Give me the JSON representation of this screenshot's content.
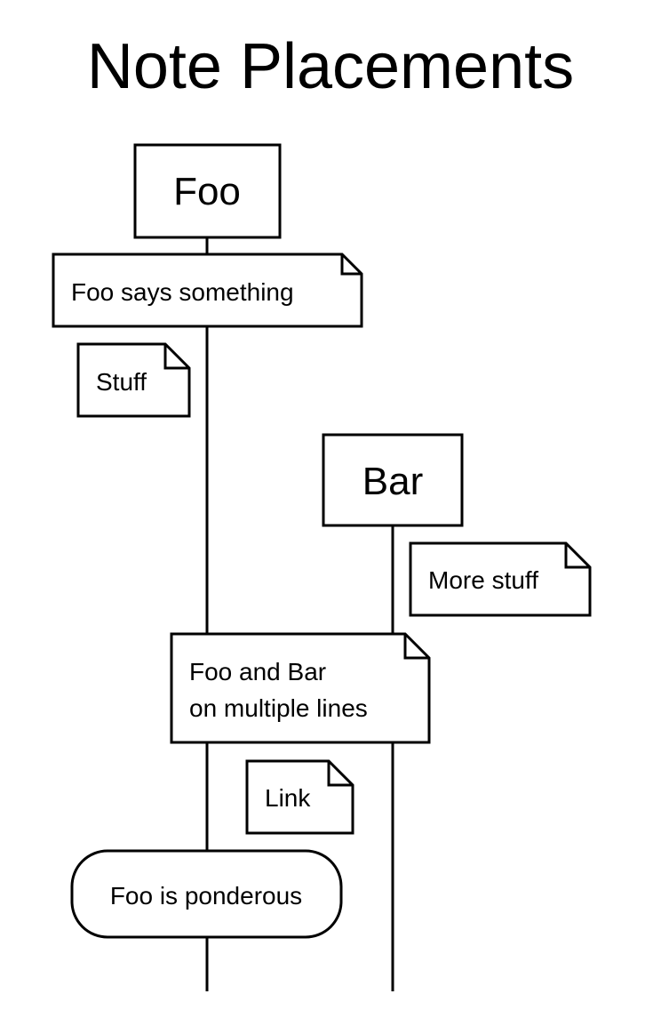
{
  "title": "Note Placements",
  "actors": {
    "foo": {
      "label": "Foo"
    },
    "bar": {
      "label": "Bar"
    }
  },
  "notes": {
    "foo_says": {
      "text": "Foo says something"
    },
    "stuff": {
      "text": "Stuff"
    },
    "more_stuff": {
      "text": "More stuff"
    },
    "foo_and_bar": {
      "line1": "Foo and Bar",
      "line2": "on multiple lines"
    },
    "link": {
      "text": "Link"
    },
    "ponderous": {
      "text": "Foo is ponderous"
    }
  }
}
